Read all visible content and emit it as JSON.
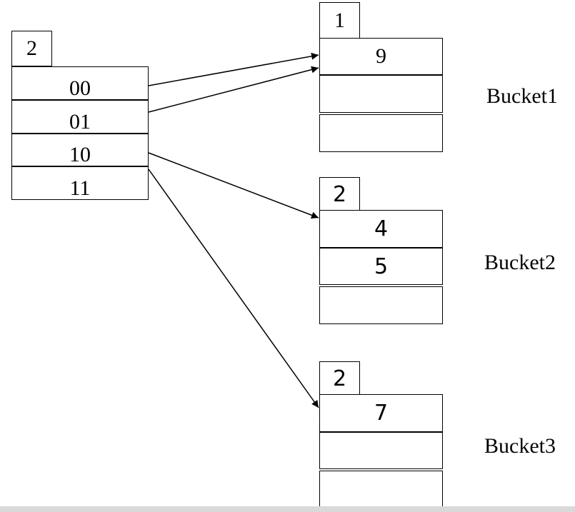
{
  "directory": {
    "global_depth": "2",
    "entries": [
      "00",
      "01",
      "10",
      "11"
    ]
  },
  "buckets": [
    {
      "label": "Bucket1",
      "local_depth": "1",
      "slots": [
        "9",
        "",
        ""
      ]
    },
    {
      "label": "Bucket2",
      "local_depth": "2",
      "slots": [
        "4",
        "5",
        ""
      ]
    },
    {
      "label": "Bucket3",
      "local_depth": "2",
      "slots": [
        "7",
        "",
        ""
      ]
    }
  ],
  "pointers": [
    {
      "from": "00",
      "to": "Bucket1"
    },
    {
      "from": "01",
      "to": "Bucket1"
    },
    {
      "from": "10",
      "to": "Bucket2"
    },
    {
      "from": "11",
      "to": "Bucket3"
    }
  ]
}
